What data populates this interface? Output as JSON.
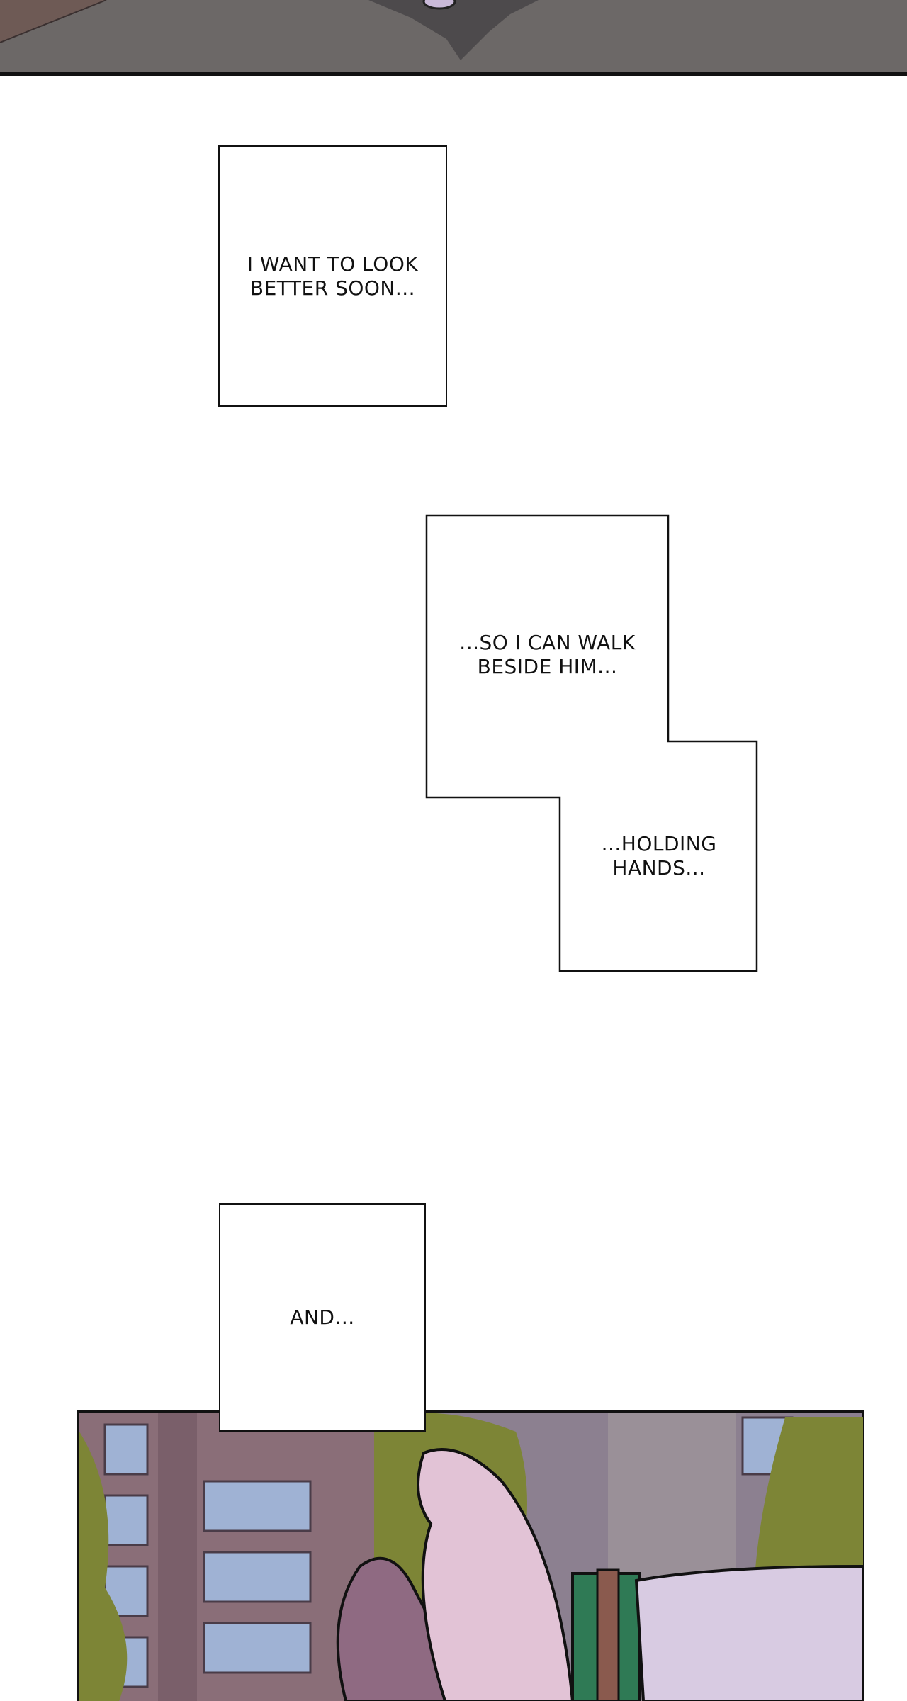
{
  "captions": {
    "box1": "I WANT TO LOOK\nBETTER SOON...",
    "box2a": "...SO I CAN WALK\nBESIDE HIM...",
    "box2b": "...HOLDING\nHANDS...",
    "box3": "AND..."
  },
  "colors": {
    "pavement": "#6b6766",
    "building": "#8a6e78",
    "window": "#9fb2d4",
    "foliage": "#7d8536",
    "hand_light": "#e2c3d6",
    "hand_dark": "#8f6a82",
    "sleeve": "#d8cbe2",
    "cuff_green": "#2f7a55",
    "cuff_brown": "#8a5a4e"
  }
}
